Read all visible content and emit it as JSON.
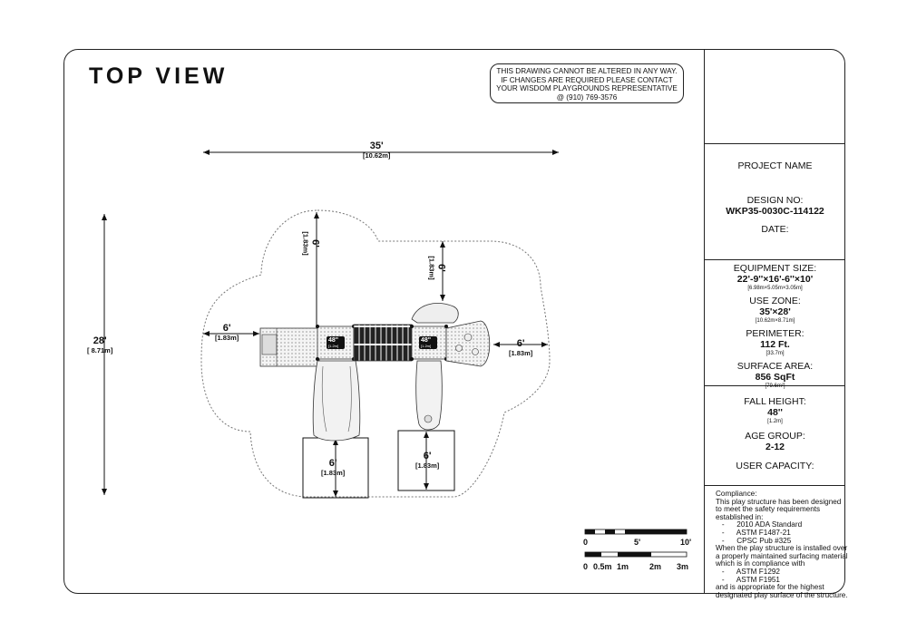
{
  "drawing": {
    "title": "TOP VIEW",
    "warning": [
      "THIS DRAWING CANNOT BE ALTERED IN ANY WAY.",
      "IF CHANGES ARE REQUIRED PLEASE CONTACT",
      "YOUR WISDOM PLAYGROUNDS REPRESENTATIVE",
      "@ (910) 769-3576"
    ],
    "dims": {
      "width": {
        "main": "35'",
        "sub": "[10.62m]"
      },
      "height": {
        "main": "28'",
        "sub": "[ 8.71m]"
      },
      "left": {
        "main": "6'",
        "sub": "[1.83m]"
      },
      "right": {
        "main": "6'",
        "sub": "[1.83m]"
      },
      "top_left": {
        "main": "6'",
        "sub": "[1.83m]"
      },
      "top_right": {
        "main": "6'",
        "sub": "[1.83m]"
      },
      "slide_left": {
        "main": "6'",
        "sub": "[1.83m]"
      },
      "slide_right": {
        "main": "6'",
        "sub": "[1.83m]"
      }
    },
    "deck_labels": {
      "left": {
        "main": "48\"",
        "sub": "[1.2m]"
      },
      "right": {
        "main": "48\"",
        "sub": "[1.2m]"
      }
    }
  },
  "sidebar": {
    "project_name": "PROJECT NAME",
    "design_no_label": "DESIGN NO:",
    "design_no": "WKP35-0030C-114122",
    "date_label": "DATE:",
    "equipment_size_label": "EQUIPMENT SIZE:",
    "equipment_size": "22'-9''×16'-6''×10'",
    "equipment_size_metric": "[6.98m×5.05m×3.05m]",
    "use_zone_label": "USE ZONE:",
    "use_zone": "35'×28'",
    "use_zone_metric": "[10.62m×8.71m]",
    "perimeter_label": "PERIMETER:",
    "perimeter": "112 Ft.",
    "perimeter_metric": "[33.7m]",
    "surface_area_label": "SURFACE AREA:",
    "surface_area": "856 SqFt",
    "surface_area_metric": "[79.6m²]",
    "fall_height_label": "FALL HEIGHT:",
    "fall_height": "48''",
    "fall_height_metric": "[1.2m]",
    "age_group_label": "AGE GROUP:",
    "age_group": "2-12",
    "user_capacity_label": "USER CAPACITY:",
    "compliance": [
      "Compliance:",
      "This play structure has been designed",
      "to meet the safety requirements",
      "established in:",
      "   -      2010 ADA Standard",
      "   -      ASTM F1487-21",
      "   -      CPSC Pub #325",
      "When the play structure is installed over",
      "a properly maintained surfacing material",
      "which is in compliance with",
      "   -      ASTM F1292",
      "   -      ASTM F1951",
      "and is appropriate for the highest",
      "designated play surface of the structure."
    ]
  },
  "scale_bar": {
    "imperial": [
      "0",
      "5'",
      "10'"
    ],
    "metric": [
      "0",
      "0.5m",
      "1m",
      "2m",
      "3m"
    ]
  }
}
